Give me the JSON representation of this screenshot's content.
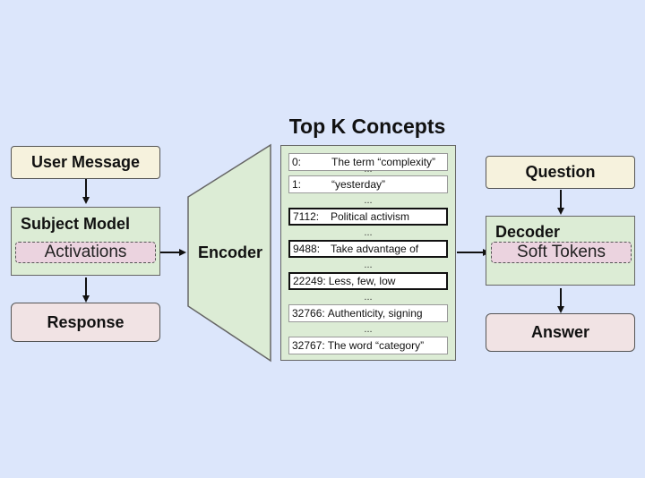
{
  "title": "Top K Concepts",
  "left": {
    "user_message": "User Message",
    "subject_model": "Subject Model",
    "activations": "Activations",
    "response": "Response"
  },
  "encoder": "Encoder",
  "concepts": [
    {
      "index": "0:",
      "text": "The term “complexity”",
      "emphasis": false
    },
    {
      "index": "1:",
      "text": "“yesterday”",
      "emphasis": false
    },
    {
      "index": "7112:",
      "text": "Political activism",
      "emphasis": true
    },
    {
      "index": "9488:",
      "text": "Take advantage of",
      "emphasis": true
    },
    {
      "index": "22249:",
      "text": "Less, few, low",
      "emphasis": true
    },
    {
      "index": "32766:",
      "text": "Authenticity, signing",
      "emphasis": false
    },
    {
      "index": "32767:",
      "text": "The word “category”",
      "emphasis": false
    }
  ],
  "ellipsis": "...",
  "right": {
    "question": "Question",
    "decoder": "Decoder",
    "soft_tokens": "Soft Tokens",
    "answer": "Answer"
  },
  "colors": {
    "background": "#dce6fb",
    "cream": "#f6f2dd",
    "green": "#dcecd5",
    "pink": "#f1e3e4",
    "token_pink": "#ebd3df"
  }
}
